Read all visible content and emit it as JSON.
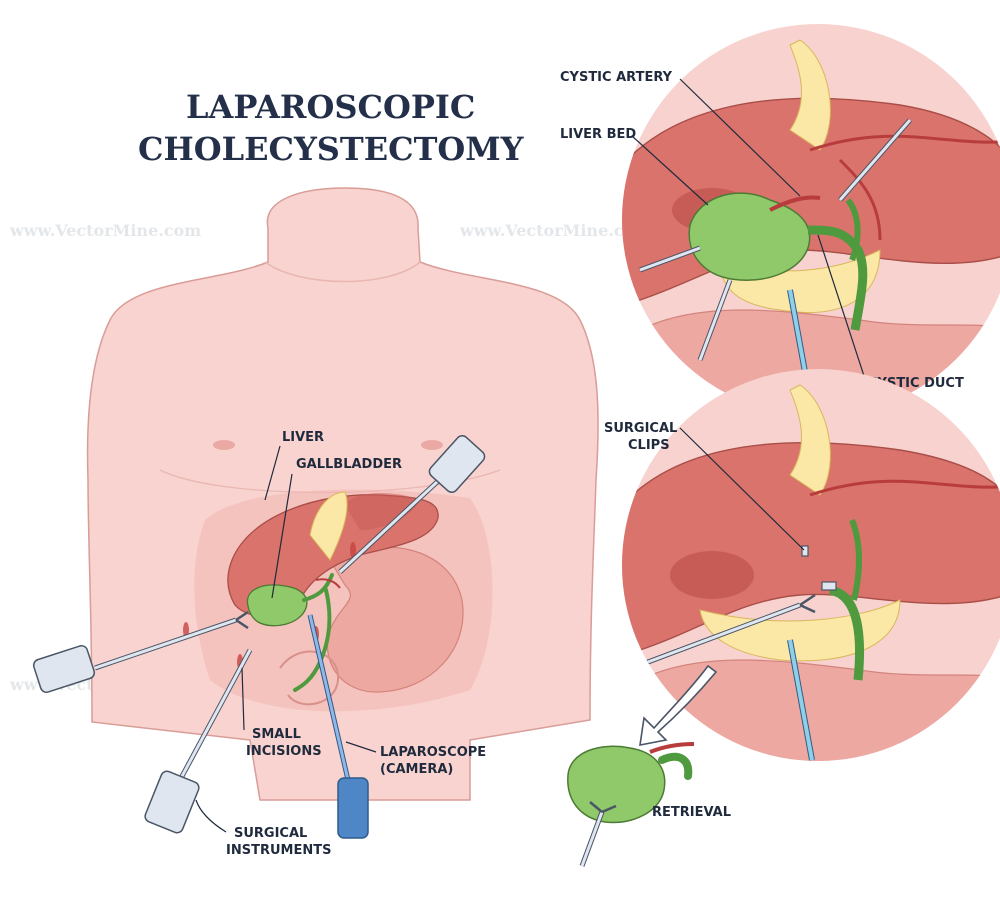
{
  "title": {
    "line1": "LAPAROSCOPIC",
    "line2": "CHOLECYSTECTOMY"
  },
  "watermark": "www.VectorMine.com",
  "labels": {
    "liver": "LIVER",
    "gallbladder": "GALLBLADDER",
    "small_incisions_1": "SMALL",
    "small_incisions_2": "INCISIONS",
    "laparoscope_1": "LAPAROSCOPE",
    "laparoscope_2": "(CAMERA)",
    "surgical_instruments_1": "SURGICAL",
    "surgical_instruments_2": "INSTRUMENTS",
    "cystic_artery": "CYSTIC ARTERY",
    "liver_bed": "LIVER BED",
    "cystic_duct": "CYSTIC DUCT",
    "surgical_clips_1": "SURGICAL",
    "surgical_clips_2": "CLIPS",
    "retrieval": "RETRIEVAL"
  },
  "colors": {
    "skin": "#f9d3cf",
    "skin_outline": "#d99c97",
    "liver": "#d9736c",
    "liver_dark": "#c75c56",
    "gallbladder": "#8fc96a",
    "bile_duct": "#4f9a3e",
    "artery": "#b83c3c",
    "stomach": "#eda8a2",
    "fat": "#fbe7a6",
    "instrument": "#dfe6ef",
    "camera": "#4f86c6",
    "text": "#1f2a3d"
  }
}
